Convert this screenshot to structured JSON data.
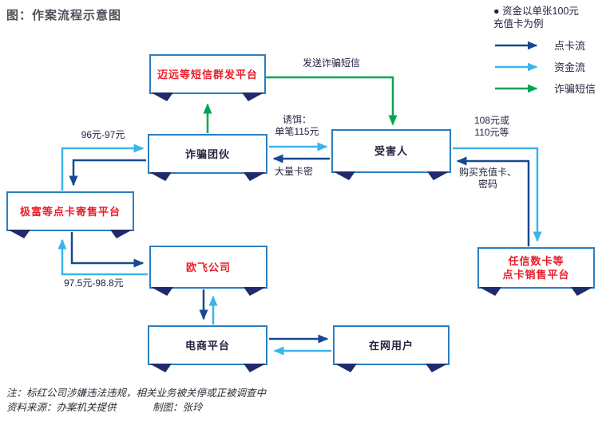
{
  "title": "图：作案流程示意图",
  "legend": {
    "bullet": "●",
    "note_line1": "资金以单张100元",
    "note_line2": "充值卡为例",
    "items": [
      {
        "label": "点卡流",
        "color": "#17498f"
      },
      {
        "label": "资金流",
        "color": "#3cb4ea"
      },
      {
        "label": "诈骗短信",
        "color": "#00a651"
      }
    ]
  },
  "nodes": {
    "sms_platform": {
      "label": "迈远等短信群发平台"
    },
    "fraud_gang": {
      "label": "诈骗团伙"
    },
    "victim": {
      "label": "受害人"
    },
    "consignment_platform": {
      "label": "极富等点卡寄售平台"
    },
    "oufei": {
      "label": "欧飞公司"
    },
    "sales_platform": {
      "line1": "任信数卡等",
      "line2": "点卡销售平台"
    },
    "ecommerce": {
      "label": "电商平台"
    },
    "online_users": {
      "label": "在网用户"
    }
  },
  "edge_labels": {
    "send_sms": "发送诈骗短信",
    "bait_line1": "诱饵：",
    "bait_line2": "单笔115元",
    "bulk_cards": "大量卡密",
    "price_96_97": "96元-97元",
    "price_975_988": "97.5元-98.8元",
    "price_108_line1": "108元或",
    "price_108_line2": "110元等",
    "buy_cards_line1": "购买充值卡、",
    "buy_cards_line2": "密码"
  },
  "notes": {
    "note": "注：标红公司涉嫌违法违规，相关业务被关停或正被调查中",
    "source": "资料来源：办案机关提供",
    "credit": "制图：张玲"
  },
  "colors": {
    "card_flow": "#17498f",
    "money_flow": "#3cb4ea",
    "scam_sms": "#00a651",
    "box_border": "#2b7ec1",
    "flagged_text": "#e8202a",
    "dark_text": "#23233f",
    "ribbon_feet": "#202a6d"
  }
}
